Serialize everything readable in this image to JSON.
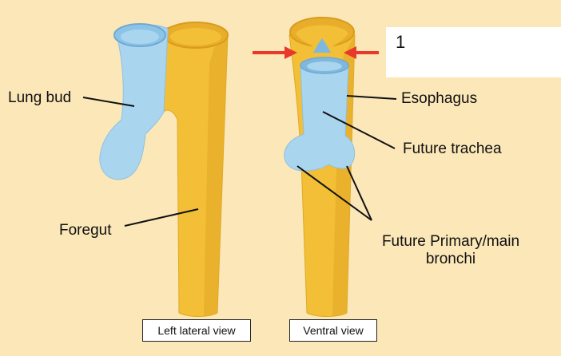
{
  "labels": {
    "lung_bud": "Lung bud",
    "foregut": "Foregut",
    "esophagus": "Esophagus",
    "future_trachea": "Future trachea",
    "future_bronchi_line1": "Future Primary/main",
    "future_bronchi_line2": "bronchi"
  },
  "answer_box": {
    "number": "1"
  },
  "views": {
    "left": "Left lateral view",
    "right": "Ventral view"
  },
  "colors": {
    "background": "#fbe7b8",
    "foregut_yellow": "#f2bf36",
    "foregut_shade": "#d99b1c",
    "lung_blue": "#a9d5ef",
    "lung_blue_shade": "#7fb8de",
    "arrow_red": "#e8392b"
  }
}
